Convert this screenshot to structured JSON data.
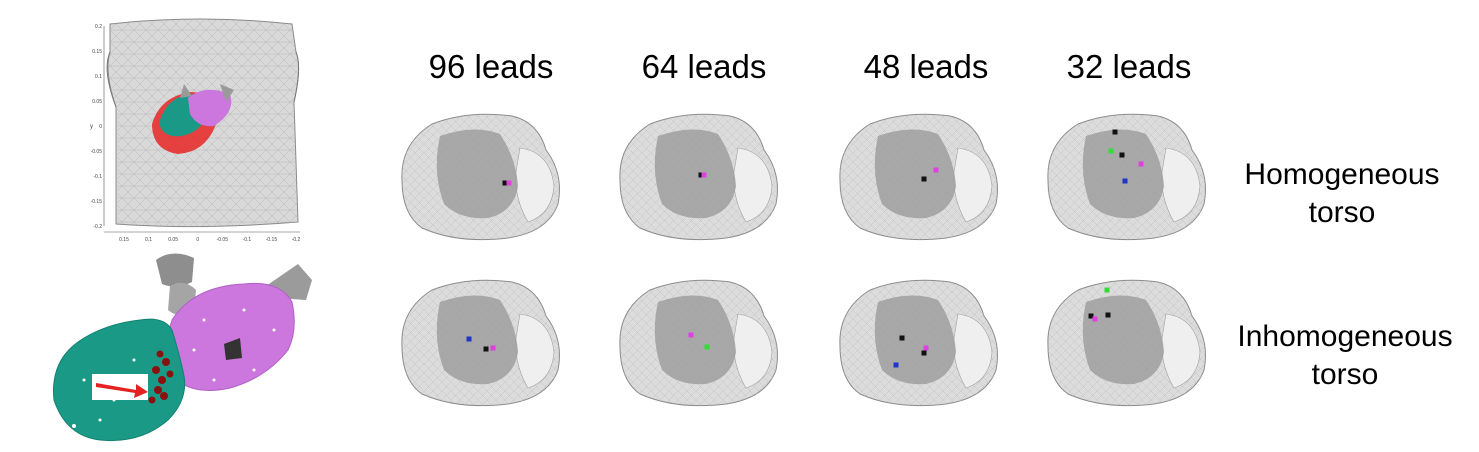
{
  "columns": [
    "96 leads",
    "64 leads",
    "48 leads",
    "32 leads"
  ],
  "rows": [
    {
      "line1": "Homogeneous",
      "line2": "torso"
    },
    {
      "line1": "Inhomogeneous",
      "line2": "torso"
    }
  ],
  "torso_axes": {
    "y_ticks": [
      "0.2",
      "0.15",
      "0.1",
      "0.05",
      "0",
      "-0.05",
      "-0.1",
      "-0.15",
      "-0.2"
    ],
    "x_ticks": [
      "0.15",
      "0.1",
      "0.05",
      "0",
      "-0.05",
      "-0.1",
      "-0.15",
      "-0.2"
    ],
    "y_axis_letter": "y"
  },
  "colors": {
    "pink": "#e040e0",
    "black": "#111111",
    "green": "#33dd33",
    "blue": "#2233cc",
    "teal": "#1a9a86",
    "violet": "#cc77dd",
    "red": "#e53030"
  }
}
